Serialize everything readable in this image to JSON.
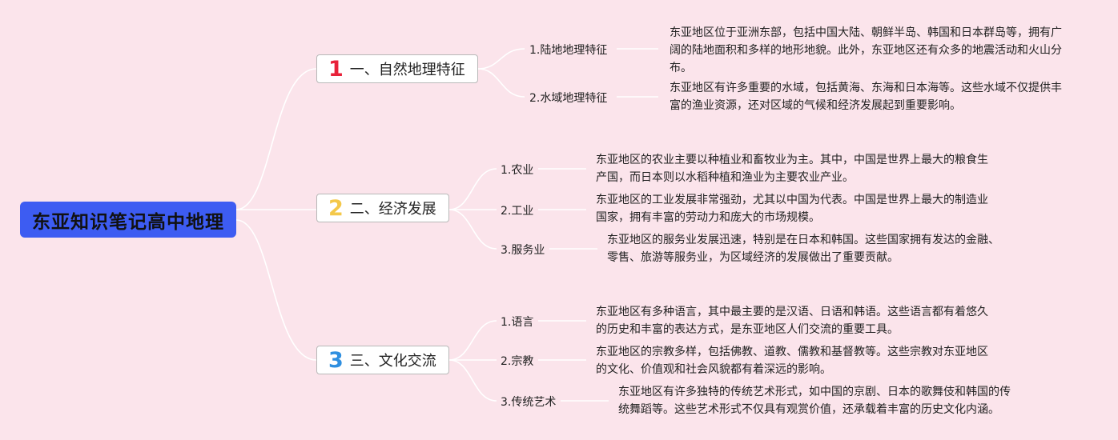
{
  "root": {
    "title": "东亚知识笔记高中地理"
  },
  "branches": [
    {
      "num": "1",
      "title": "一、自然地理特征",
      "items": [
        {
          "label": "1.陆地地理特征",
          "text": "东亚地区位于亚洲东部，包括中国大陆、朝鲜半岛、韩国和日本群岛等，拥有广阔的陆地面积和多样的地形地貌。此外，东亚地区还有众多的地震活动和火山分布。"
        },
        {
          "label": "2.水域地理特征",
          "text": "东亚地区有许多重要的水域，包括黄海、东海和日本海等。这些水域不仅提供丰富的渔业资源，还对区域的气候和经济发展起到重要影响。"
        }
      ]
    },
    {
      "num": "2",
      "title": "二、经济发展",
      "items": [
        {
          "label": "1.农业",
          "text": "东亚地区的农业主要以种植业和畜牧业为主。其中，中国是世界上最大的粮食生产国，而日本则以水稻种植和渔业为主要农业产业。"
        },
        {
          "label": "2.工业",
          "text": "东亚地区的工业发展非常强劲，尤其以中国为代表。中国是世界上最大的制造业国家，拥有丰富的劳动力和庞大的市场规模。"
        },
        {
          "label": "3.服务业",
          "text": "东亚地区的服务业发展迅速，特别是在日本和韩国。这些国家拥有发达的金融、零售、旅游等服务业，为区域经济的发展做出了重要贡献。"
        }
      ]
    },
    {
      "num": "3",
      "title": "三、文化交流",
      "items": [
        {
          "label": "1.语言",
          "text": "东亚地区有多种语言，其中最主要的是汉语、日语和韩语。这些语言都有着悠久的历史和丰富的表达方式，是东亚地区人们交流的重要工具。"
        },
        {
          "label": "2.宗教",
          "text": "东亚地区的宗教多样，包括佛教、道教、儒教和基督教等。这些宗教对东亚地区的文化、价值观和社会风貌都有着深远的影响。"
        },
        {
          "label": "3.传统艺术",
          "text": "东亚地区有许多独特的传统艺术形式，如中国的京剧、日本的歌舞伎和韩国的传统舞蹈等。这些艺术形式不仅具有观赏价值，还承载着丰富的历史文化内涵。"
        }
      ]
    }
  ]
}
